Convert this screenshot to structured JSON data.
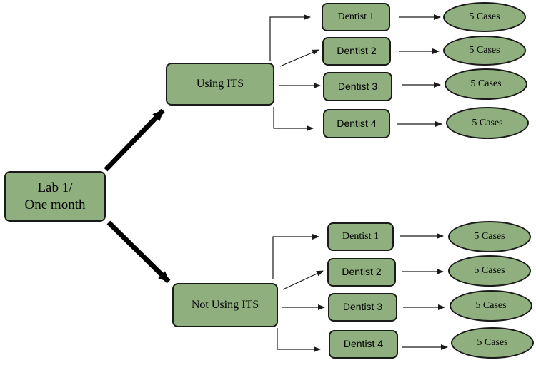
{
  "root": {
    "label": "Lab 1/\nOne month"
  },
  "groups": [
    {
      "label": "Using ITS",
      "dentists": [
        {
          "label": "Dentist 1",
          "cases": "5 Cases"
        },
        {
          "label": "Dentist 2",
          "cases": "5 Cases"
        },
        {
          "label": "Dentist 3",
          "cases": "5 Cases"
        },
        {
          "label": "Dentist 4",
          "cases": "5 Cases"
        }
      ]
    },
    {
      "label": "Not Using ITS",
      "dentists": [
        {
          "label": "Dentist 1",
          "cases": "5 Cases"
        },
        {
          "label": "Dentist 2",
          "cases": "5 Cases"
        },
        {
          "label": "Dentist 3",
          "cases": "5 Cases"
        },
        {
          "label": "Dentist 4",
          "cases": "5 Cases"
        }
      ]
    }
  ],
  "colors": {
    "box_fill": "#8faf7e",
    "stroke": "#1a1a1a"
  }
}
